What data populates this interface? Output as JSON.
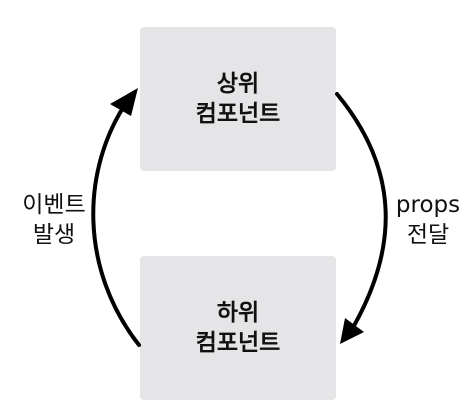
{
  "nodes": {
    "parent": {
      "line1": "상위",
      "line2": "컴포넌트"
    },
    "child": {
      "line1": "하위",
      "line2": "컴포넌트"
    }
  },
  "edges": {
    "down": {
      "line1": "props",
      "line2": "전달"
    },
    "up": {
      "line1": "이벤트",
      "line2": "발생"
    }
  },
  "colors": {
    "box_fill": "#e5e5e7",
    "arrow": "#000000",
    "text": "#111111"
  }
}
